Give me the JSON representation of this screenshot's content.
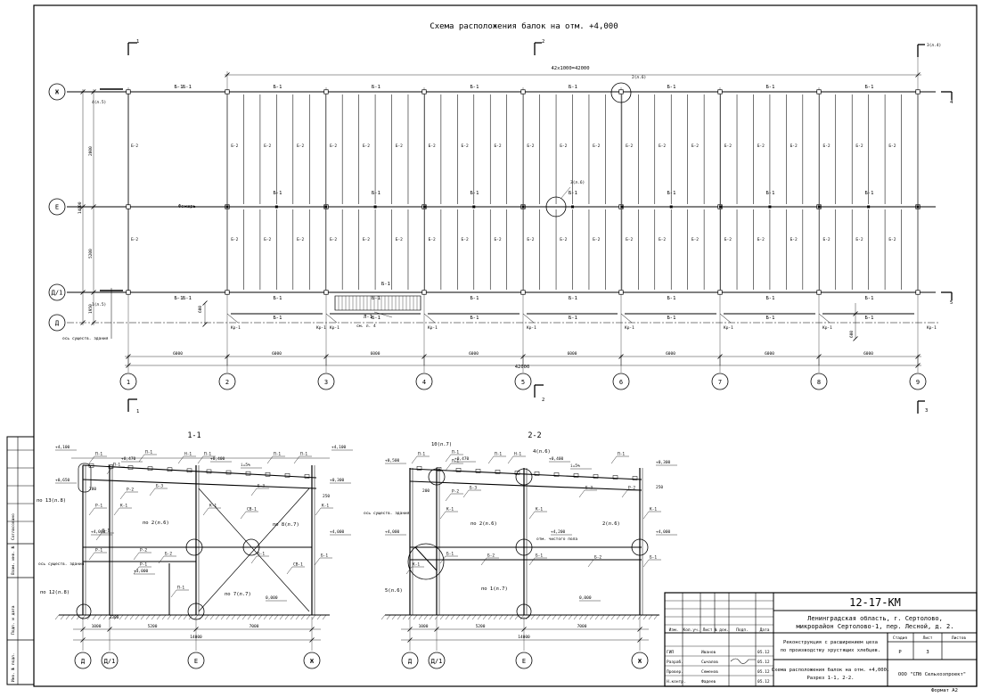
{
  "plan": {
    "title": "Схема расположения балок на отм. +4,000",
    "overall_top": "42х1000=42000",
    "overall_bottom": "42000",
    "axis_cols": [
      "1",
      "2",
      "3",
      "4",
      "5",
      "6",
      "7",
      "8",
      "9"
    ],
    "axis_rows": [
      "Ж",
      "Е",
      "Д/1",
      "Д"
    ],
    "spans": [
      "6000",
      "6000",
      "6000",
      "6000",
      "6000",
      "6000",
      "6000",
      "6000"
    ],
    "left_dims": [
      "2000",
      "14000",
      "5200",
      "1950"
    ],
    "beam_label": "Б-1",
    "beam_short_label": "Б-2",
    "kr_label": "Кр-1",
    "light_label": "Фонарь",
    "l1_label": "Л-1",
    "l1_sub": "см. л. 4",
    "existing_building": "ось существ. здания",
    "callout_4": "4(л.5)",
    "callout_1": "1(л.5)",
    "callout_2": "2(л.6)",
    "callout_3": "3(л.6)",
    "callout_3b": "3(л.4)",
    "sec_1": "1",
    "sec_2": "2",
    "sec_3": "3",
    "sec_4": "4",
    "sec_5": "5",
    "dim_600a": "600",
    "dim_600b": "600",
    "section_numbers": [
      "1",
      "1",
      "2",
      "2",
      "3",
      "4",
      "5"
    ]
  },
  "section11": {
    "title": "1-1",
    "labels": [
      "П-1",
      "П-1",
      "Н-1",
      "П-1",
      "П-1",
      "П-1",
      "П-1",
      "Б-3",
      "Б-3",
      "Р-2",
      "Р-1",
      "Р-1",
      "К-1",
      "К-1",
      "К-1",
      "Б-1",
      "Б-1",
      "Б-1",
      "Б-2",
      "П-1",
      "Р-2",
      "Р-1",
      "СВ-1",
      "СВ-1"
    ],
    "levels": [
      "+4,100",
      "+0,650",
      "+0,470",
      "+0,400",
      "i=5%",
      "+4,100",
      "+0,300",
      "+4,000",
      "+4,000",
      "+3,000",
      "0,000"
    ],
    "callouts": [
      "по 13(л.8)",
      "по 12(л.8)",
      "по 2(л.6)",
      "по 8(л.7)",
      "по 7(л.7)"
    ],
    "existing": "ось существ. здания",
    "dims_bottom": [
      "1000",
      "5200",
      "7000",
      "3300",
      "14000"
    ],
    "dim_250": "250",
    "dim_250b": "280",
    "axes": [
      "Д",
      "Д/1",
      "Е",
      "Ж"
    ]
  },
  "section22": {
    "title": "2-2",
    "labels": [
      "П-1",
      "П-1",
      "Н-1",
      "П-1",
      "П-1",
      "П-1",
      "Б-3",
      "Б-3",
      "Р-2",
      "Р-2",
      "К-1",
      "К-1",
      "К-1",
      "Б-1",
      "Б-1",
      "Б-1",
      "Б-2",
      "Б-2",
      "К-1"
    ],
    "levels": [
      "+0,500",
      "+0,470",
      "+0,400",
      "i=5%",
      "+0,300",
      "+4,200",
      "+4,000",
      "+4,000",
      "0,000"
    ],
    "callouts": [
      "10(л.7)",
      "4(л.6)",
      "по 2(л.6)",
      "2(л.6)",
      "5(л.6)",
      "по 1(л.7)"
    ],
    "existing": "ось существ. здания",
    "clean_floor": "отм. чистого пола",
    "dims_bottom": [
      "1000",
      "5200",
      "7000",
      "14000"
    ],
    "dim_250": "250",
    "dim_280": "200",
    "axes": [
      "Д",
      "Д/1",
      "Е",
      "Ж"
    ]
  },
  "side_stamp": {
    "agreed": "Согласовано",
    "inv_sub": "Взам. инв. №",
    "sign_date": "Подп. и дата",
    "inv_orig": "Инв. № подл."
  },
  "title_block": {
    "code": "12-17-КМ",
    "address": "Ленинградская область, г. Сертолово,",
    "address2": "микрорайон Сертолово-1, пер. Лесной, д. 2.",
    "project": "Реконструкция с расширением цеха",
    "project2": "по производству хрустящих хлебцев.",
    "sheet_title": "Схема расположения балок на отм. +4,000.",
    "sheet_title2": "Разрез 1-1, 2-2.",
    "company": "ООО \"СПб Сельхозпроект\"",
    "stage_h": "Стадия",
    "sheet_h": "Лист",
    "sheets_h": "Листов",
    "stage": "Р",
    "sheet": "3",
    "sheets": "",
    "col_h": [
      "Изм.",
      "Кол.уч.",
      "Лист",
      "№ док.",
      "Подп.",
      "Дата"
    ],
    "roles": [
      "ГИП",
      "Разраб.",
      "Провер.",
      "Н.контр."
    ],
    "names": [
      "Иванов",
      "Сычалов",
      "Семенов",
      "Фадеев"
    ],
    "dates": [
      "05.12",
      "05.12",
      "05.12",
      "05.12"
    ],
    "format": "Формат А2"
  }
}
